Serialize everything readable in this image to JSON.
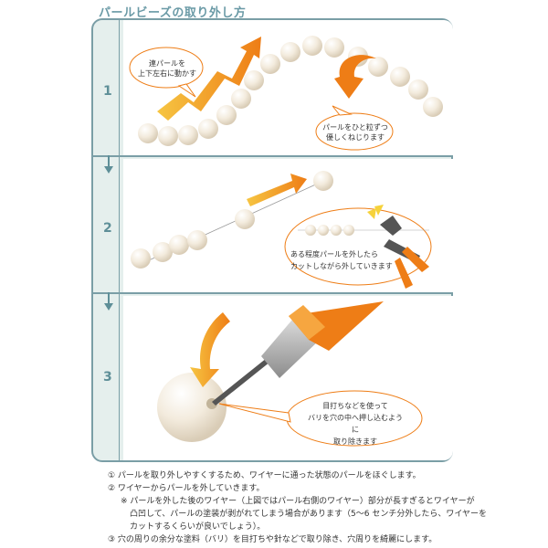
{
  "title": "パールビーズの取り外し方",
  "steps": [
    {
      "number": "1",
      "callouts": [
        "連パールを",
        "上下左右に動かす",
        "パールをひと粒ずつ",
        "優しくねじります"
      ]
    },
    {
      "number": "2",
      "callouts": [
        "ある程度パールを外したら",
        "カットしながら外していきます"
      ]
    },
    {
      "number": "3",
      "callouts": [
        "目打ちなどを使って",
        "バリを穴の中へ押し込むように",
        "取り除きます"
      ]
    }
  ],
  "notes": [
    "① パールを取り外しやすくするため、ワイヤーに通った状態のパールをほぐします。",
    "② ワイヤーからパールを外していきます。",
    "※ パールを外した後のワイヤー（上図ではパール右側のワイヤー）部分が長すぎるとワイヤーが",
    "凸凹して、パールの塗装が剥がれてしまう場合があります（5～6 センチ分外したら、ワイヤーを",
    "カットするくらいが良いでしょう）。",
    "③ 穴の周りの余分な塗料（バリ）を目打ちや針などで取り除き、穴周りを綺麗にします。"
  ],
  "colors": {
    "frame": "#7a9ea6",
    "panel_bg": "#e5efed",
    "accent": "#f08a1e",
    "pearl": "#f6eee2"
  },
  "icons": [
    "down-arrow-icon",
    "orange-arrow-icon",
    "nippers-icon",
    "awl-icon"
  ]
}
